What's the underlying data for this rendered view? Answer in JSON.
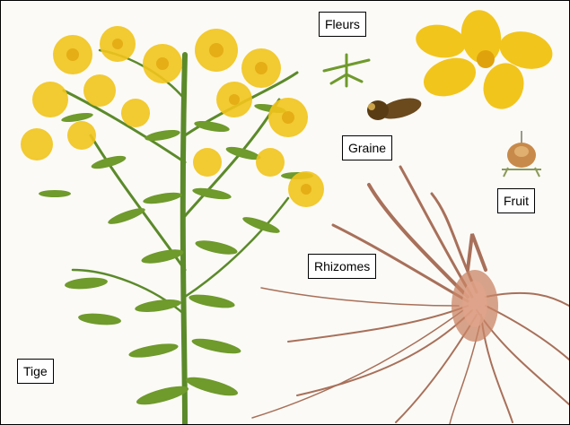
{
  "labels": {
    "fleurs": "Fleurs",
    "graine": "Graine",
    "fruit": "Fruit",
    "rhizomes": "Rhizomes",
    "tige": "Tige"
  },
  "colors": {
    "background": "#fbfaf6",
    "flower": "#f2c51c",
    "flower_dark": "#e0a20c",
    "leaf": "#6f9a2c",
    "stem": "#5b8a2a",
    "root": "#a8705a",
    "root_dark": "#7a4433",
    "seed": "#6b4a1e"
  }
}
